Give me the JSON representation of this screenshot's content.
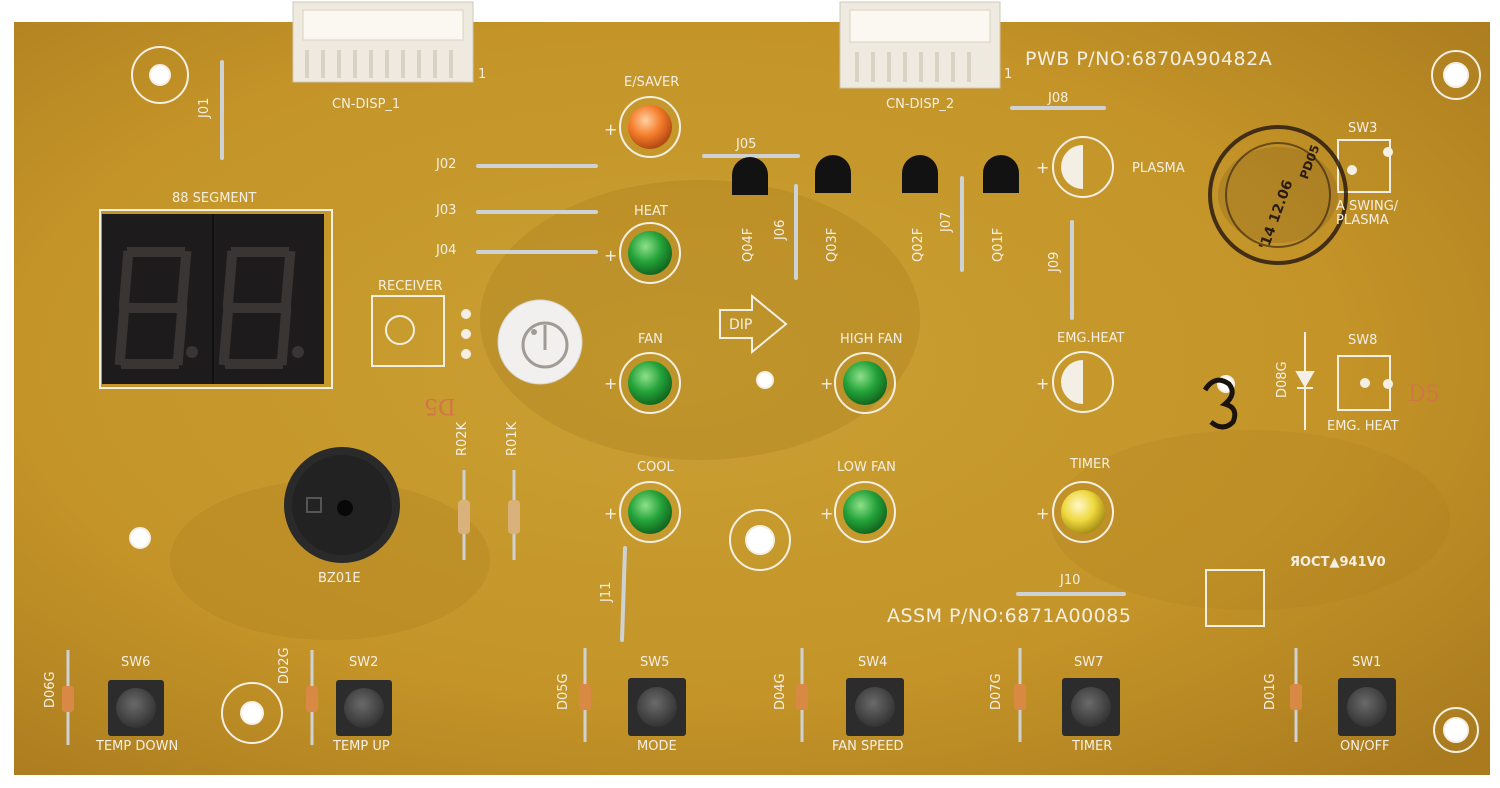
{
  "board": {
    "colors": {
      "substrate": "#c99a2a",
      "substrate_dark": "#a9771c",
      "silkscreen": "#f4efe4",
      "display_body": "#1c1a1a",
      "display_segments": "#2c2828",
      "button_body": "#2b2b2b",
      "button_cap": "#4a4a4a",
      "led_green": "#1e9a34",
      "led_orange": "#f07a28",
      "led_yellow": "#e7d23a",
      "connector": "#efeae0",
      "buzzer": "#262626",
      "stamp_ink": "#2a1c12"
    },
    "pwb_pn": "PWB P/NO:6870A90482A",
    "assm_pn": "ASSM P/NO:6871A00085",
    "cert_mark": "ЯOCT▲941V0",
    "connectors": [
      {
        "label": "CN-DISP_1",
        "pin1": "1"
      },
      {
        "label": "CN-DISP_2",
        "pin1": "1"
      }
    ],
    "display": {
      "label": "88 SEGMENT",
      "digits": "88"
    },
    "receiver": {
      "label": "RECEIVER"
    },
    "buzzer": {
      "label": "BZ01E"
    },
    "logo": {
      "name": "lg-logo-icon"
    },
    "arrow": {
      "label": "DIP"
    },
    "leds": [
      {
        "label": "E/SAVER",
        "color": "orange"
      },
      {
        "label": "HEAT",
        "color": "green"
      },
      {
        "label": "FAN",
        "color": "green"
      },
      {
        "label": "HIGH FAN",
        "color": "green"
      },
      {
        "label": "COOL",
        "color": "green"
      },
      {
        "label": "LOW FAN",
        "color": "green"
      },
      {
        "label": "TIMER",
        "color": "yellow"
      }
    ],
    "placeholders": [
      {
        "label": "PLASMA"
      },
      {
        "label": "EMG.HEAT"
      }
    ],
    "plus_sign": "+",
    "jumpers": [
      "J01",
      "J02",
      "J03",
      "J04",
      "J05",
      "J06",
      "J07",
      "J08",
      "J09",
      "J10",
      "J11"
    ],
    "transistors": [
      "Q04F",
      "Q03F",
      "Q02F",
      "Q01F"
    ],
    "resistors": [
      "R02K",
      "R01K"
    ],
    "switches": [
      {
        "ref": "SW6",
        "func": "TEMP DOWN",
        "diode": "D06G"
      },
      {
        "ref": "SW2",
        "func": "TEMP UP",
        "diode": "D02G"
      },
      {
        "ref": "SW5",
        "func": "MODE",
        "diode": "D05G"
      },
      {
        "ref": "SW4",
        "func": "FAN SPEED",
        "diode": "D04G"
      },
      {
        "ref": "SW7",
        "func": "TIMER",
        "diode": "D07G"
      },
      {
        "ref": "SW1",
        "func": "ON/OFF",
        "diode": "D01G"
      }
    ],
    "unpopulated_switches": [
      {
        "ref": "SW3",
        "func": "A SWING/ PLASMA"
      },
      {
        "ref": "SW8",
        "func": "EMG. HEAT"
      }
    ],
    "diode_d08g": "D08G",
    "d5_marks": [
      "D5",
      "D5"
    ],
    "stamp": {
      "line1": "PD05",
      "line2": "'14 12.06",
      "name": "date-stamp"
    }
  }
}
